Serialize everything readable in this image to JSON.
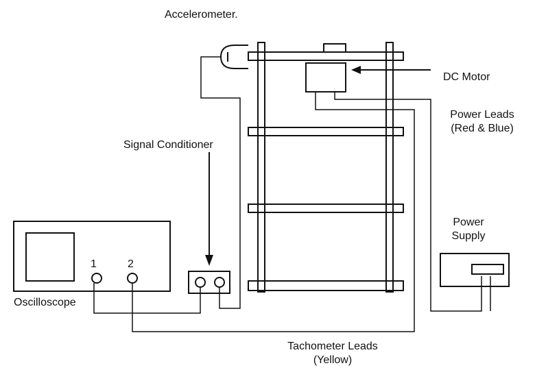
{
  "labels": {
    "accelerometer": "Accelerometer.",
    "dc_motor": "DC Motor",
    "power_leads_line1": "Power Leads",
    "power_leads_line2": "(Red & Blue)",
    "signal_conditioner": "Signal Conditioner",
    "power_supply_line1": "Power",
    "power_supply_line2": "Supply",
    "oscilloscope": "Oscilloscope",
    "channel_1": "1",
    "channel_2": "2",
    "tachometer_leads_line1": "Tachometer Leads",
    "tachometer_leads_line2": "(Yellow)"
  },
  "colors": {
    "ink": "#111111",
    "background": "#ffffff"
  }
}
